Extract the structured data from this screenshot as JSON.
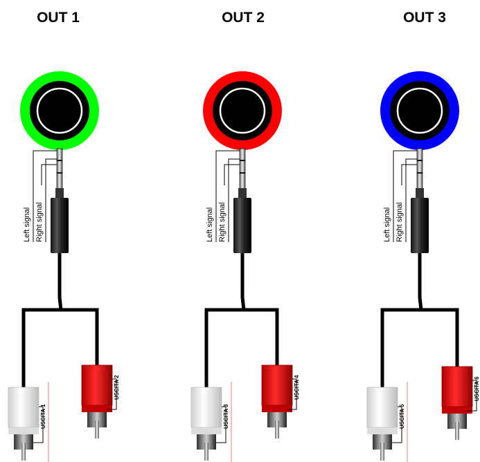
{
  "outputs": [
    {
      "title": "OUT 1",
      "ring_color": "#00ff00",
      "right_label": "Right signal",
      "left_label": "Left signal",
      "white_label": "USCITA 1",
      "red_label": "USCITA 2"
    },
    {
      "title": "OUT 2",
      "ring_color": "#ff0000",
      "right_label": "Right signal",
      "left_label": "Left signal",
      "white_label": "USCITA 3",
      "red_label": "USCITA 4"
    },
    {
      "title": "OUT 3",
      "ring_color": "#0000ff",
      "right_label": "Right signal",
      "left_label": "Left signal",
      "white_label": "USCITA 5",
      "red_label": "USCITA 6"
    }
  ],
  "colors": {
    "cable": "#000000",
    "white_plug": "#f2f2f2",
    "red_plug": "#e01010",
    "guide_line": "#e08080"
  }
}
